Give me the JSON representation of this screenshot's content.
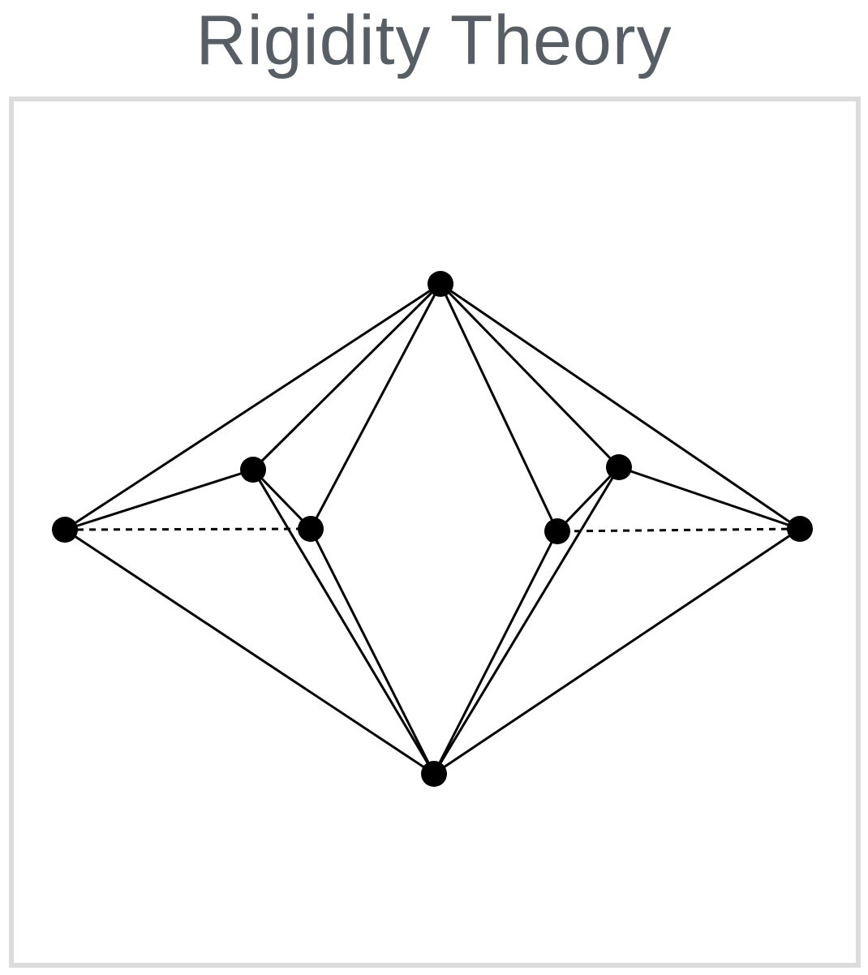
{
  "title": "Rigidity Theory",
  "colors": {
    "title": "#575e66",
    "frame_border": "#dcdcdc",
    "ink": "#000000"
  },
  "graph": {
    "nodes": [
      "top",
      "bottom",
      "left_outer",
      "left_upper",
      "left_inner",
      "right_outer",
      "right_upper",
      "right_inner"
    ],
    "edges": [
      {
        "from": "top",
        "to": "left_outer",
        "style": "solid"
      },
      {
        "from": "top",
        "to": "left_upper",
        "style": "solid"
      },
      {
        "from": "top",
        "to": "left_inner",
        "style": "solid"
      },
      {
        "from": "top",
        "to": "right_outer",
        "style": "solid"
      },
      {
        "from": "top",
        "to": "right_upper",
        "style": "solid"
      },
      {
        "from": "top",
        "to": "right_inner",
        "style": "solid"
      },
      {
        "from": "bottom",
        "to": "left_outer",
        "style": "solid"
      },
      {
        "from": "bottom",
        "to": "left_upper",
        "style": "solid"
      },
      {
        "from": "bottom",
        "to": "left_inner",
        "style": "solid"
      },
      {
        "from": "bottom",
        "to": "right_outer",
        "style": "solid"
      },
      {
        "from": "bottom",
        "to": "right_upper",
        "style": "solid"
      },
      {
        "from": "bottom",
        "to": "right_inner",
        "style": "solid"
      },
      {
        "from": "left_outer",
        "to": "left_upper",
        "style": "solid"
      },
      {
        "from": "left_upper",
        "to": "left_inner",
        "style": "solid"
      },
      {
        "from": "left_outer",
        "to": "left_inner",
        "style": "dashed"
      },
      {
        "from": "right_outer",
        "to": "right_upper",
        "style": "solid"
      },
      {
        "from": "right_upper",
        "to": "right_inner",
        "style": "solid"
      },
      {
        "from": "right_outer",
        "to": "right_inner",
        "style": "dashed"
      }
    ]
  }
}
